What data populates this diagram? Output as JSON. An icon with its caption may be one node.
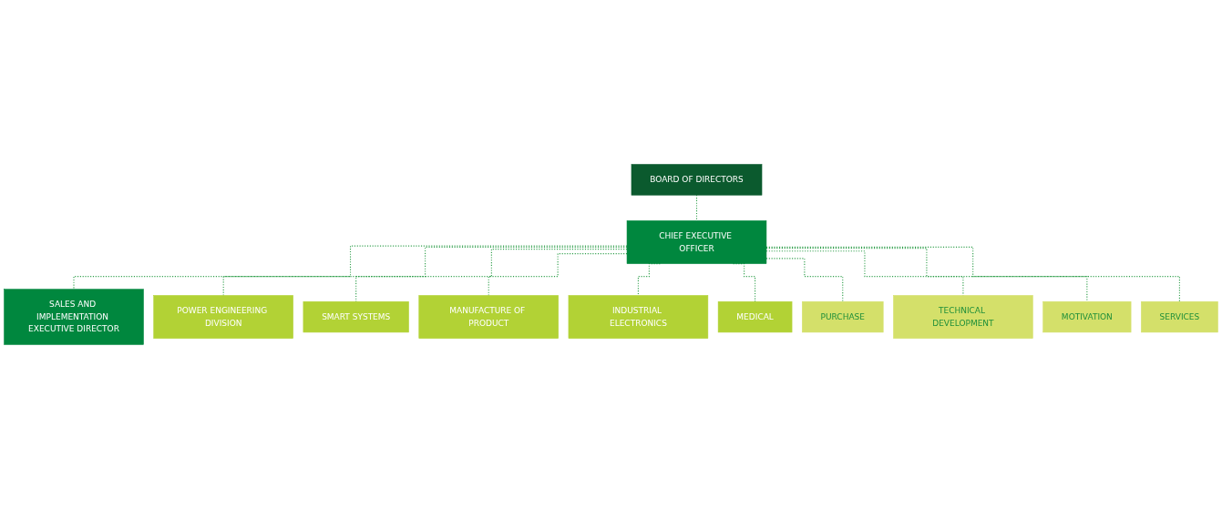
{
  "diagram": {
    "nodes": [
      {
        "text": [
          "BOARD OF DIRECTORS"
        ]
      },
      {
        "text": [
          "CHIEF EXECUTIVE OFFICER"
        ]
      },
      {
        "text": [
          "SALES AND IMPLEMENTATION EXECUTIVE DIRECTOR"
        ]
      },
      {
        "text": [
          "POWER ENGINEERING DIVISION"
        ]
      },
      {
        "text": [
          "SMART SYSTEMS"
        ]
      },
      {
        "text": [
          "MANUFACTURE OF PRODUCT"
        ]
      },
      {
        "text": [
          "INDUSTRIAL ELECTRONICS"
        ]
      },
      {
        "text": [
          "MEDICAL"
        ]
      },
      {
        "text": [
          "PURCHASE"
        ]
      },
      {
        "text": [
          "TECHNICAL DEVELOPMENT"
        ]
      },
      {
        "text": [
          "MOTIVATION"
        ]
      },
      {
        "text": [
          "SERVICES"
        ]
      }
    ],
    "edges": [
      {
        "from": 0,
        "to": 1,
        "arrow": "none",
        "style": "dashed"
      },
      {
        "from": 1,
        "to": 2,
        "arrow": "none",
        "style": "dashed"
      },
      {
        "from": 1,
        "to": 3,
        "arrow": "none",
        "style": "dashed"
      },
      {
        "from": 1,
        "to": 4,
        "arrow": "none",
        "style": "dashed"
      },
      {
        "from": 1,
        "to": 5,
        "arrow": "none",
        "style": "dashed"
      },
      {
        "from": 1,
        "to": 6,
        "arrow": "none",
        "style": "dashed"
      },
      {
        "from": 1,
        "to": 7,
        "arrow": "none",
        "style": "dashed"
      },
      {
        "from": 1,
        "to": 8,
        "arrow": "none",
        "style": "dashed"
      },
      {
        "from": 1,
        "to": 9,
        "arrow": "none",
        "style": "dashed"
      },
      {
        "from": 1,
        "to": 10,
        "arrow": "none",
        "style": "dashed"
      },
      {
        "from": 1,
        "to": 11,
        "arrow": "none",
        "style": "dashed"
      }
    ]
  }
}
